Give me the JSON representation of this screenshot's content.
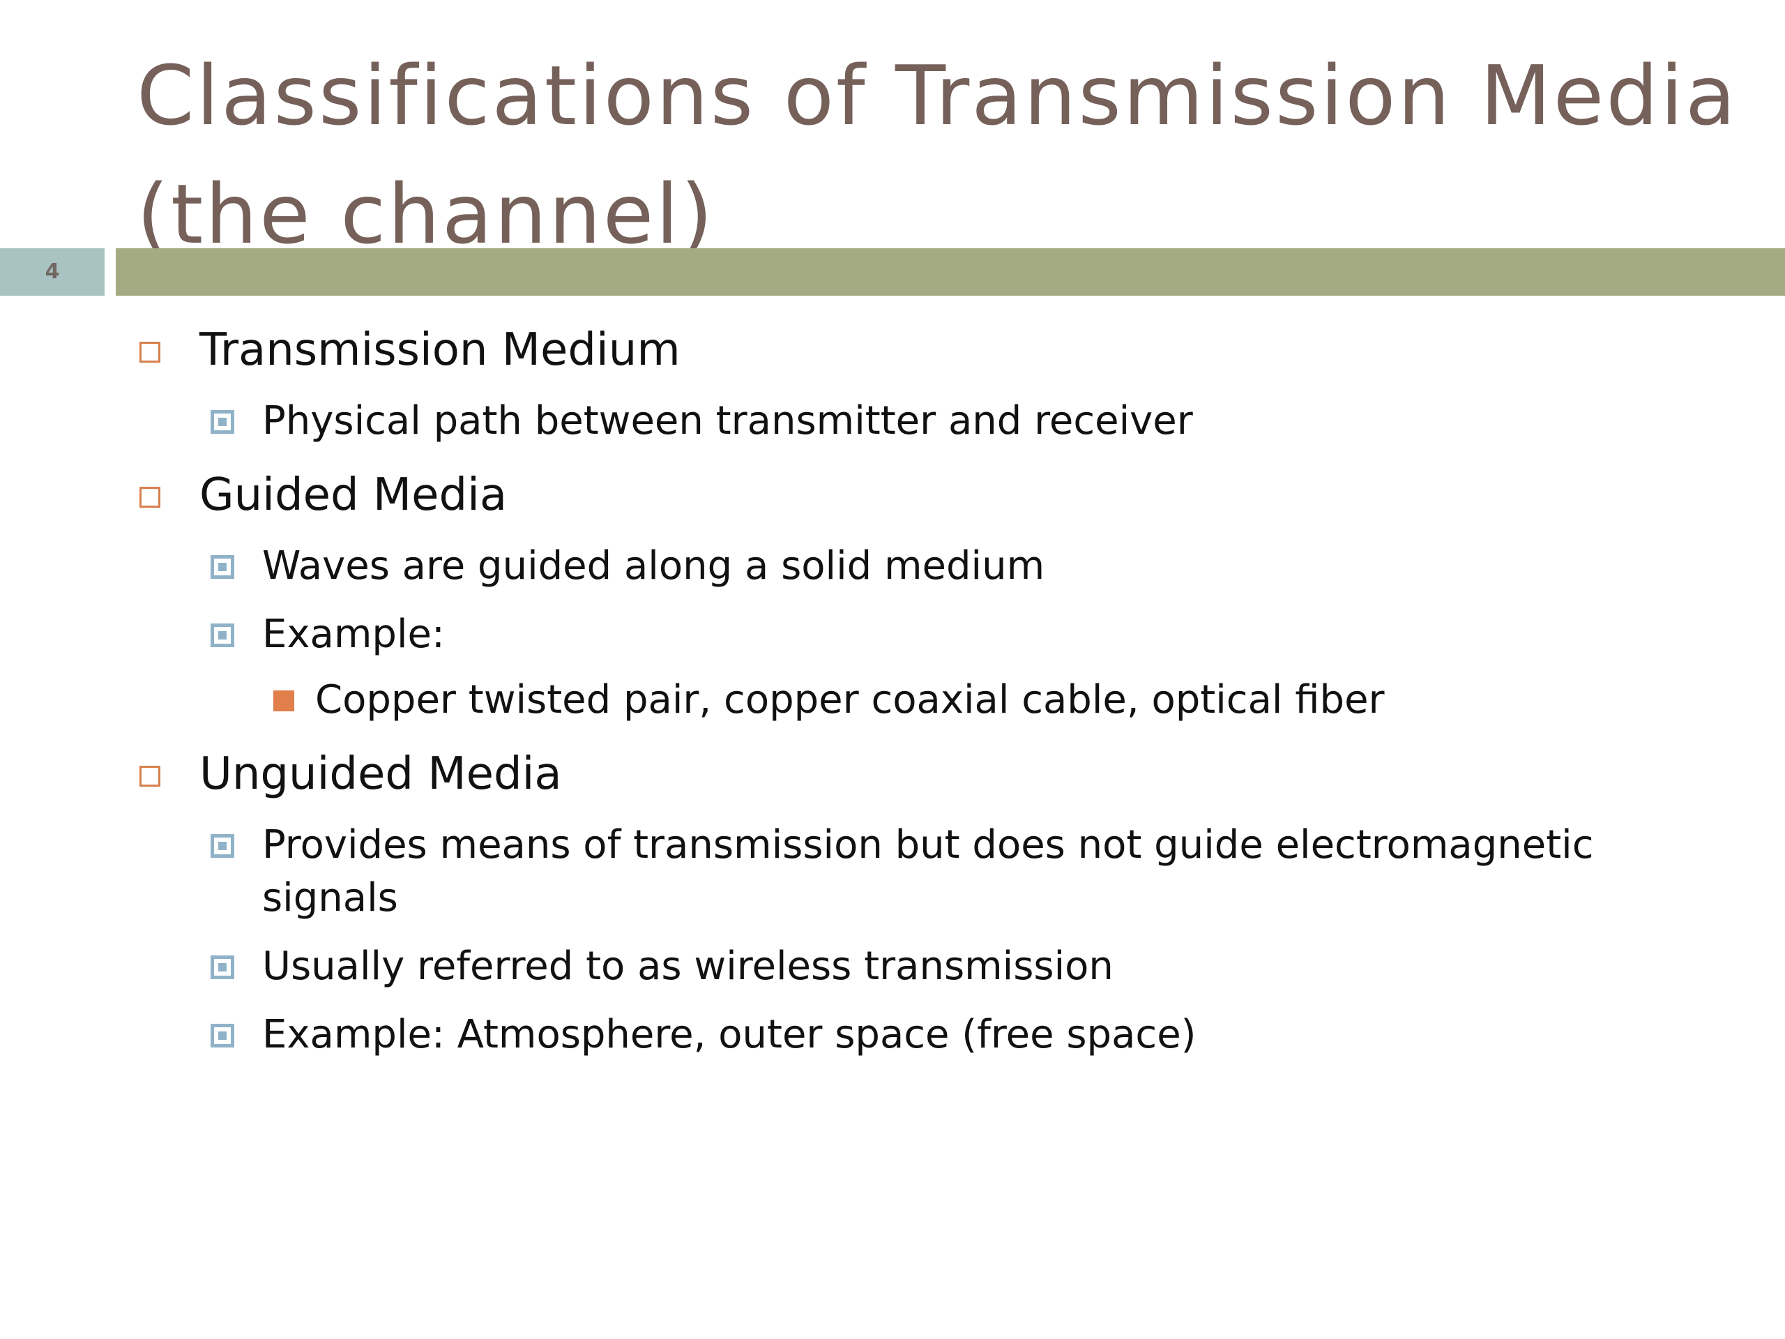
{
  "slide": {
    "title_lines": [
      "Classifications of Transmission Media",
      "(the channel)"
    ],
    "slide_number": "4",
    "bullets": [
      {
        "level": 1,
        "text": "Transmission Medium"
      },
      {
        "level": 2,
        "text": "Physical path between transmitter and receiver"
      },
      {
        "level": 1,
        "text": "Guided Media"
      },
      {
        "level": 2,
        "text": "Waves are guided along a solid medium"
      },
      {
        "level": 2,
        "text": "Example:"
      },
      {
        "level": 3,
        "text": "Copper twisted pair, copper coaxial cable, optical fiber"
      },
      {
        "level": 1,
        "text": "Unguided Media"
      },
      {
        "level": 2,
        "text": "Provides means of transmission but does not guide electromagnetic"
      },
      {
        "level": 2,
        "text": "signals",
        "continuation": true
      },
      {
        "level": 2,
        "text": "Usually referred to as wireless transmission"
      },
      {
        "level": 2,
        "text": "Example: Atmosphere, outer space (free space)"
      }
    ]
  },
  "colors": {
    "title_text": "#75605a",
    "title_rule": "#a4aa82",
    "slide_number_box": "#a9c3c2",
    "level_1_marker": "#d8804f",
    "level_2_marker": "#8fb2c8",
    "level_3_marker": "#e07f4a"
  },
  "icons": {
    "level_1_marker": "hollow-orange-square-icon",
    "level_2_marker": "blue-boxed-square-icon",
    "level_3_marker": "filled-orange-square-icon"
  }
}
